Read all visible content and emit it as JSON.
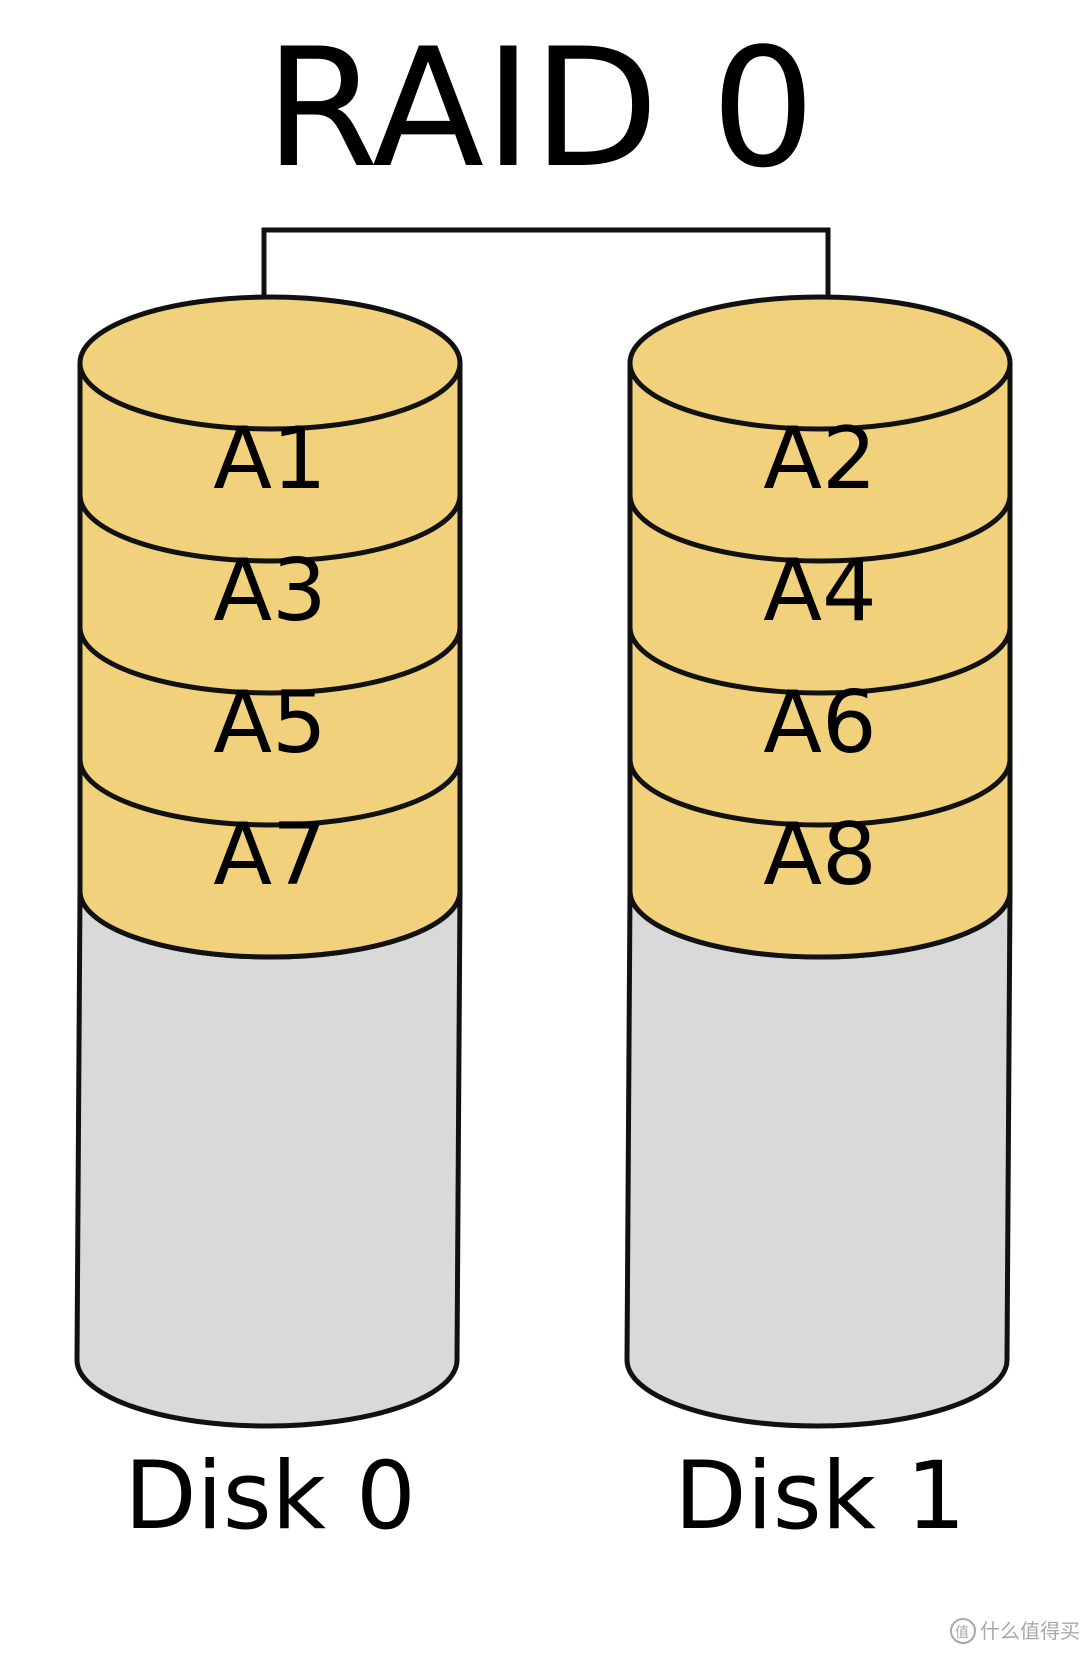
{
  "title": "RAID 0",
  "colors": {
    "stripe_fill": "#f2d17d",
    "empty_fill": "#d9d9d9",
    "stroke": "#111111"
  },
  "disks": [
    {
      "name": "Disk 0",
      "blocks": [
        "A1",
        "A3",
        "A5",
        "A7"
      ]
    },
    {
      "name": "Disk 1",
      "blocks": [
        "A2",
        "A4",
        "A6",
        "A8"
      ]
    }
  ],
  "watermark": {
    "icon": "logo-circle-icon",
    "text": "什么值得买"
  }
}
